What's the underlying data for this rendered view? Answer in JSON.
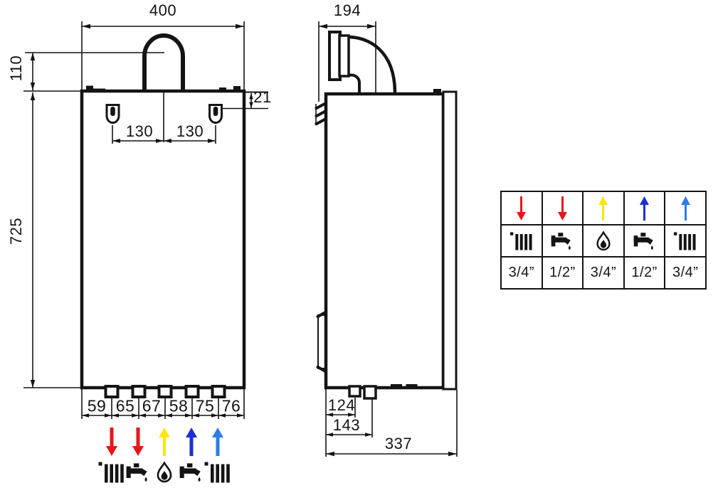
{
  "front_view": {
    "dim_width": "400",
    "dim_flue_height": "110",
    "dim_height": "725",
    "dim_hanger_drop": "21",
    "dim_hanger_left": "130",
    "dim_hanger_right": "130",
    "dim_bottom_chain": [
      "59",
      "65",
      "67",
      "58",
      "75",
      "76"
    ]
  },
  "side_view": {
    "dim_flue_offset": "194",
    "dim_conn_first": "124",
    "dim_conn_second": "143",
    "dim_depth": "337"
  },
  "connections": [
    {
      "arrow_dir": "down",
      "arrow_color": "#e8161a",
      "icon": "radiator-icon",
      "size": "3/4”"
    },
    {
      "arrow_dir": "down",
      "arrow_color": "#e8161a",
      "icon": "tap-icon",
      "size": "1/2”"
    },
    {
      "arrow_dir": "up",
      "arrow_color": "#ffe40c",
      "icon": "flame-icon",
      "size": "3/4”"
    },
    {
      "arrow_dir": "up",
      "arrow_color": "#1b2ed6",
      "icon": "tap-icon",
      "size": "1/2”"
    },
    {
      "arrow_dir": "up",
      "arrow_color": "#2d7ce8",
      "icon": "radiator-icon",
      "size": "3/4”"
    }
  ],
  "ink_color": "#141414"
}
